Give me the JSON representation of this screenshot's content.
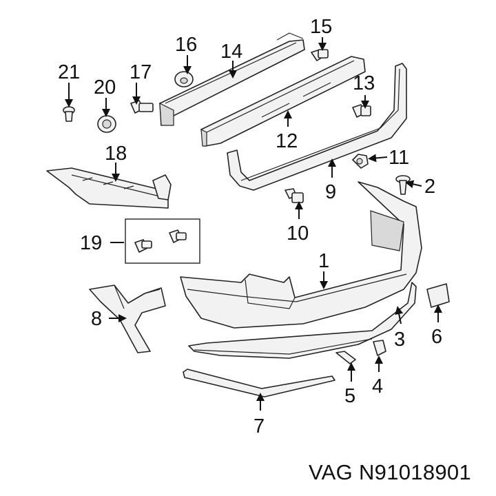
{
  "callouts": {
    "c1": "1",
    "c2": "2",
    "c3": "3",
    "c4": "4",
    "c5": "5",
    "c6": "6",
    "c7": "7",
    "c8": "8",
    "c9": "9",
    "c10": "10",
    "c11": "11",
    "c12": "12",
    "c13": "13",
    "c14": "14",
    "c15": "15",
    "c16": "16",
    "c17": "17",
    "c18": "18",
    "c19": "19",
    "c20": "20",
    "c21": "21"
  },
  "part_number": "VAG N91018901"
}
